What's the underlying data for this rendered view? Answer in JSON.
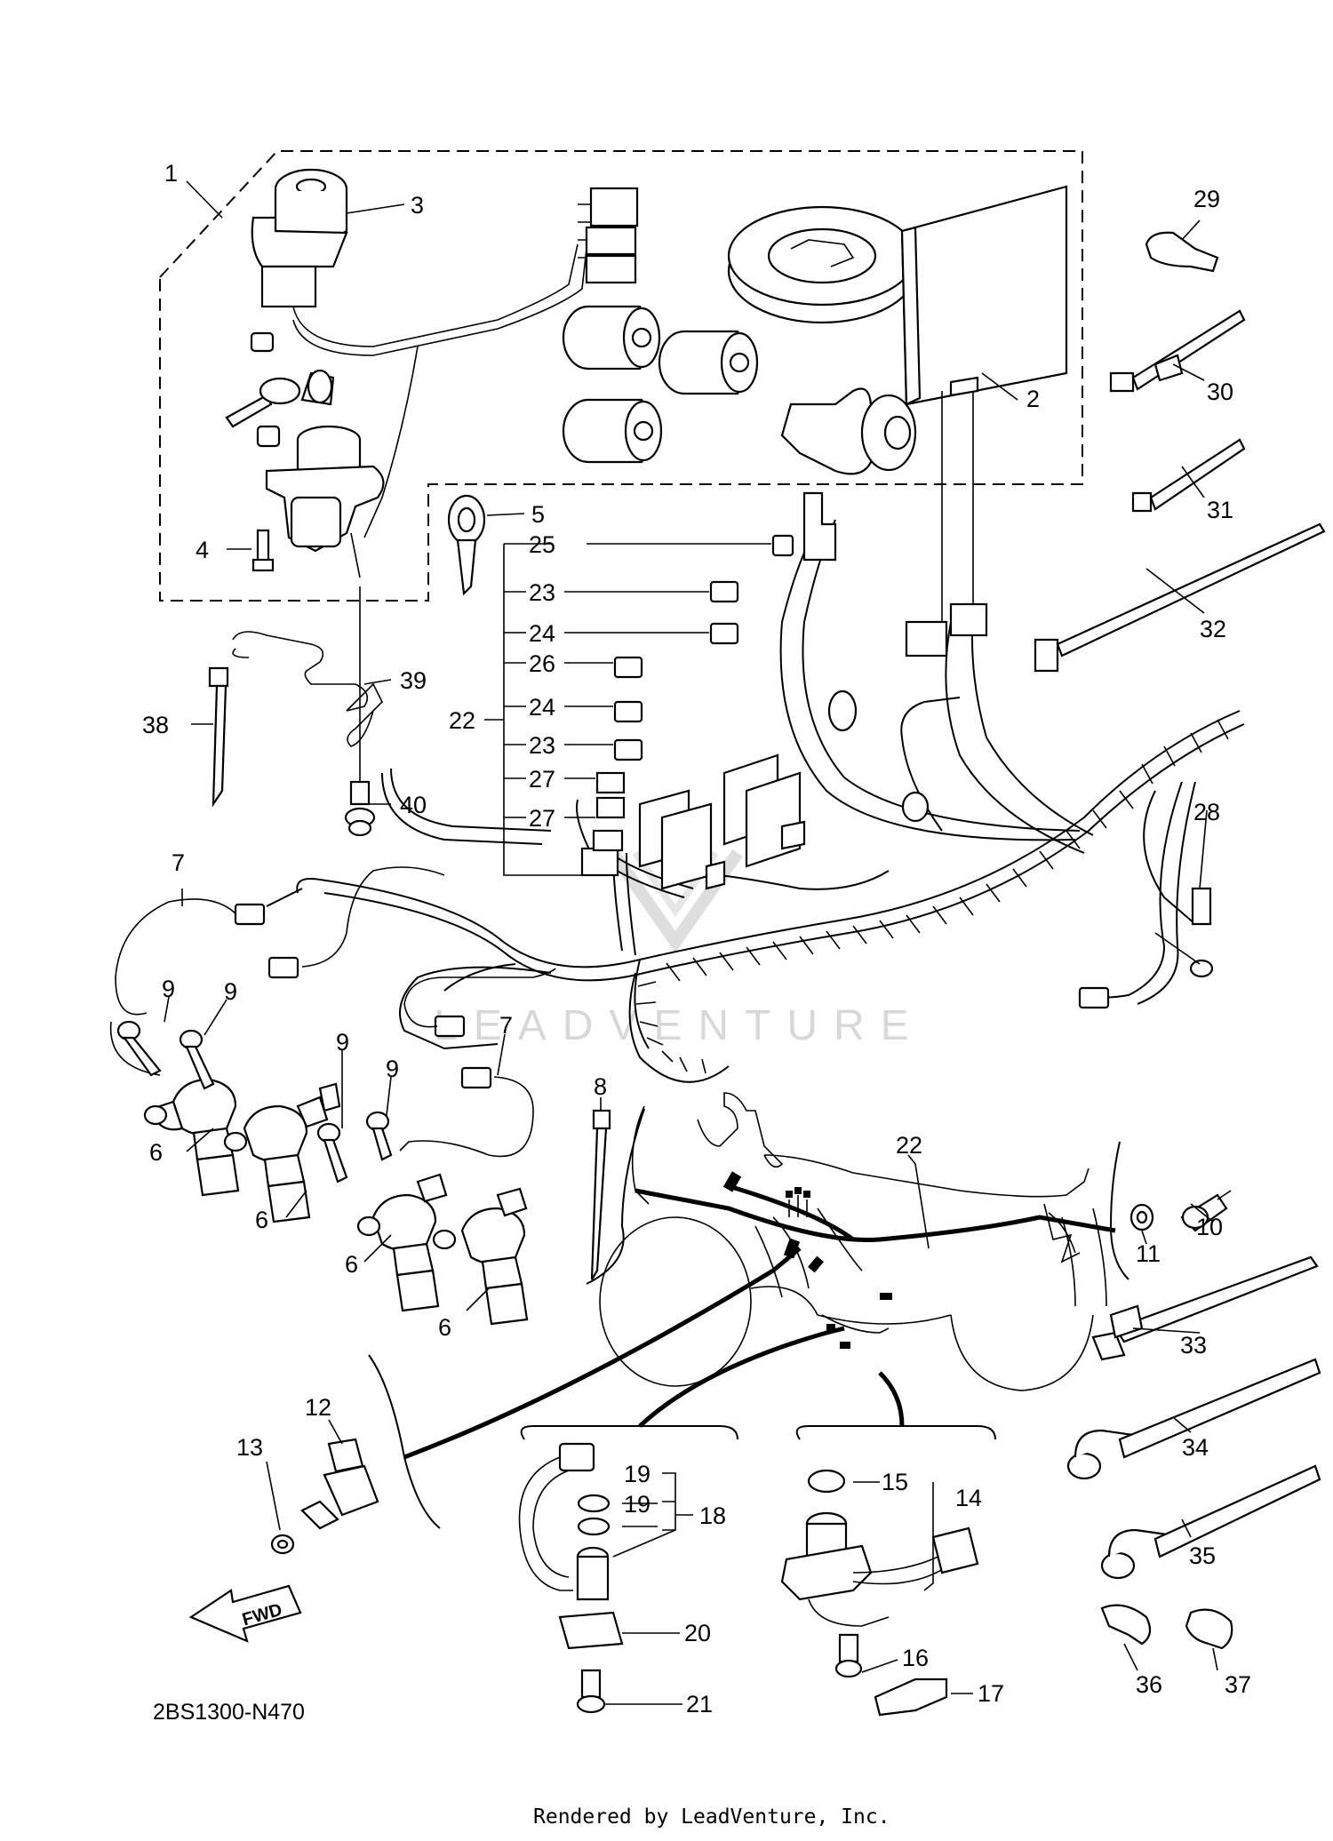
{
  "diagram": {
    "code": "2BS1300-N470",
    "credit": "Rendered by LeadVenture, Inc.",
    "watermark": "LEADVENTURE",
    "fwd_label": "FWD",
    "callouts": {
      "c1": "1",
      "c2": "2",
      "c3": "3",
      "c4": "4",
      "c5": "5",
      "c6a": "6",
      "c6b": "6",
      "c6c": "6",
      "c6d": "6",
      "c7a": "7",
      "c7b": "7",
      "c8": "8",
      "c9a": "9",
      "c9b": "9",
      "c9c": "9",
      "c9d": "9",
      "c10": "10",
      "c11": "11",
      "c12": "12",
      "c13": "13",
      "c14": "14",
      "c15": "15",
      "c16": "16",
      "c17": "17",
      "c18": "18",
      "c19a": "19",
      "c19b": "19",
      "c20": "20",
      "c21": "21",
      "c22a": "22",
      "c22b": "22",
      "c23a": "23",
      "c23b": "23",
      "c24a": "24",
      "c24b": "24",
      "c25": "25",
      "c26": "26",
      "c27a": "27",
      "c27b": "27",
      "c28": "28",
      "c29": "29",
      "c30": "30",
      "c31": "31",
      "c32": "32",
      "c33": "33",
      "c34": "34",
      "c35": "35",
      "c36": "36",
      "c37": "37",
      "c38": "38",
      "c39": "39",
      "c40": "40"
    }
  }
}
